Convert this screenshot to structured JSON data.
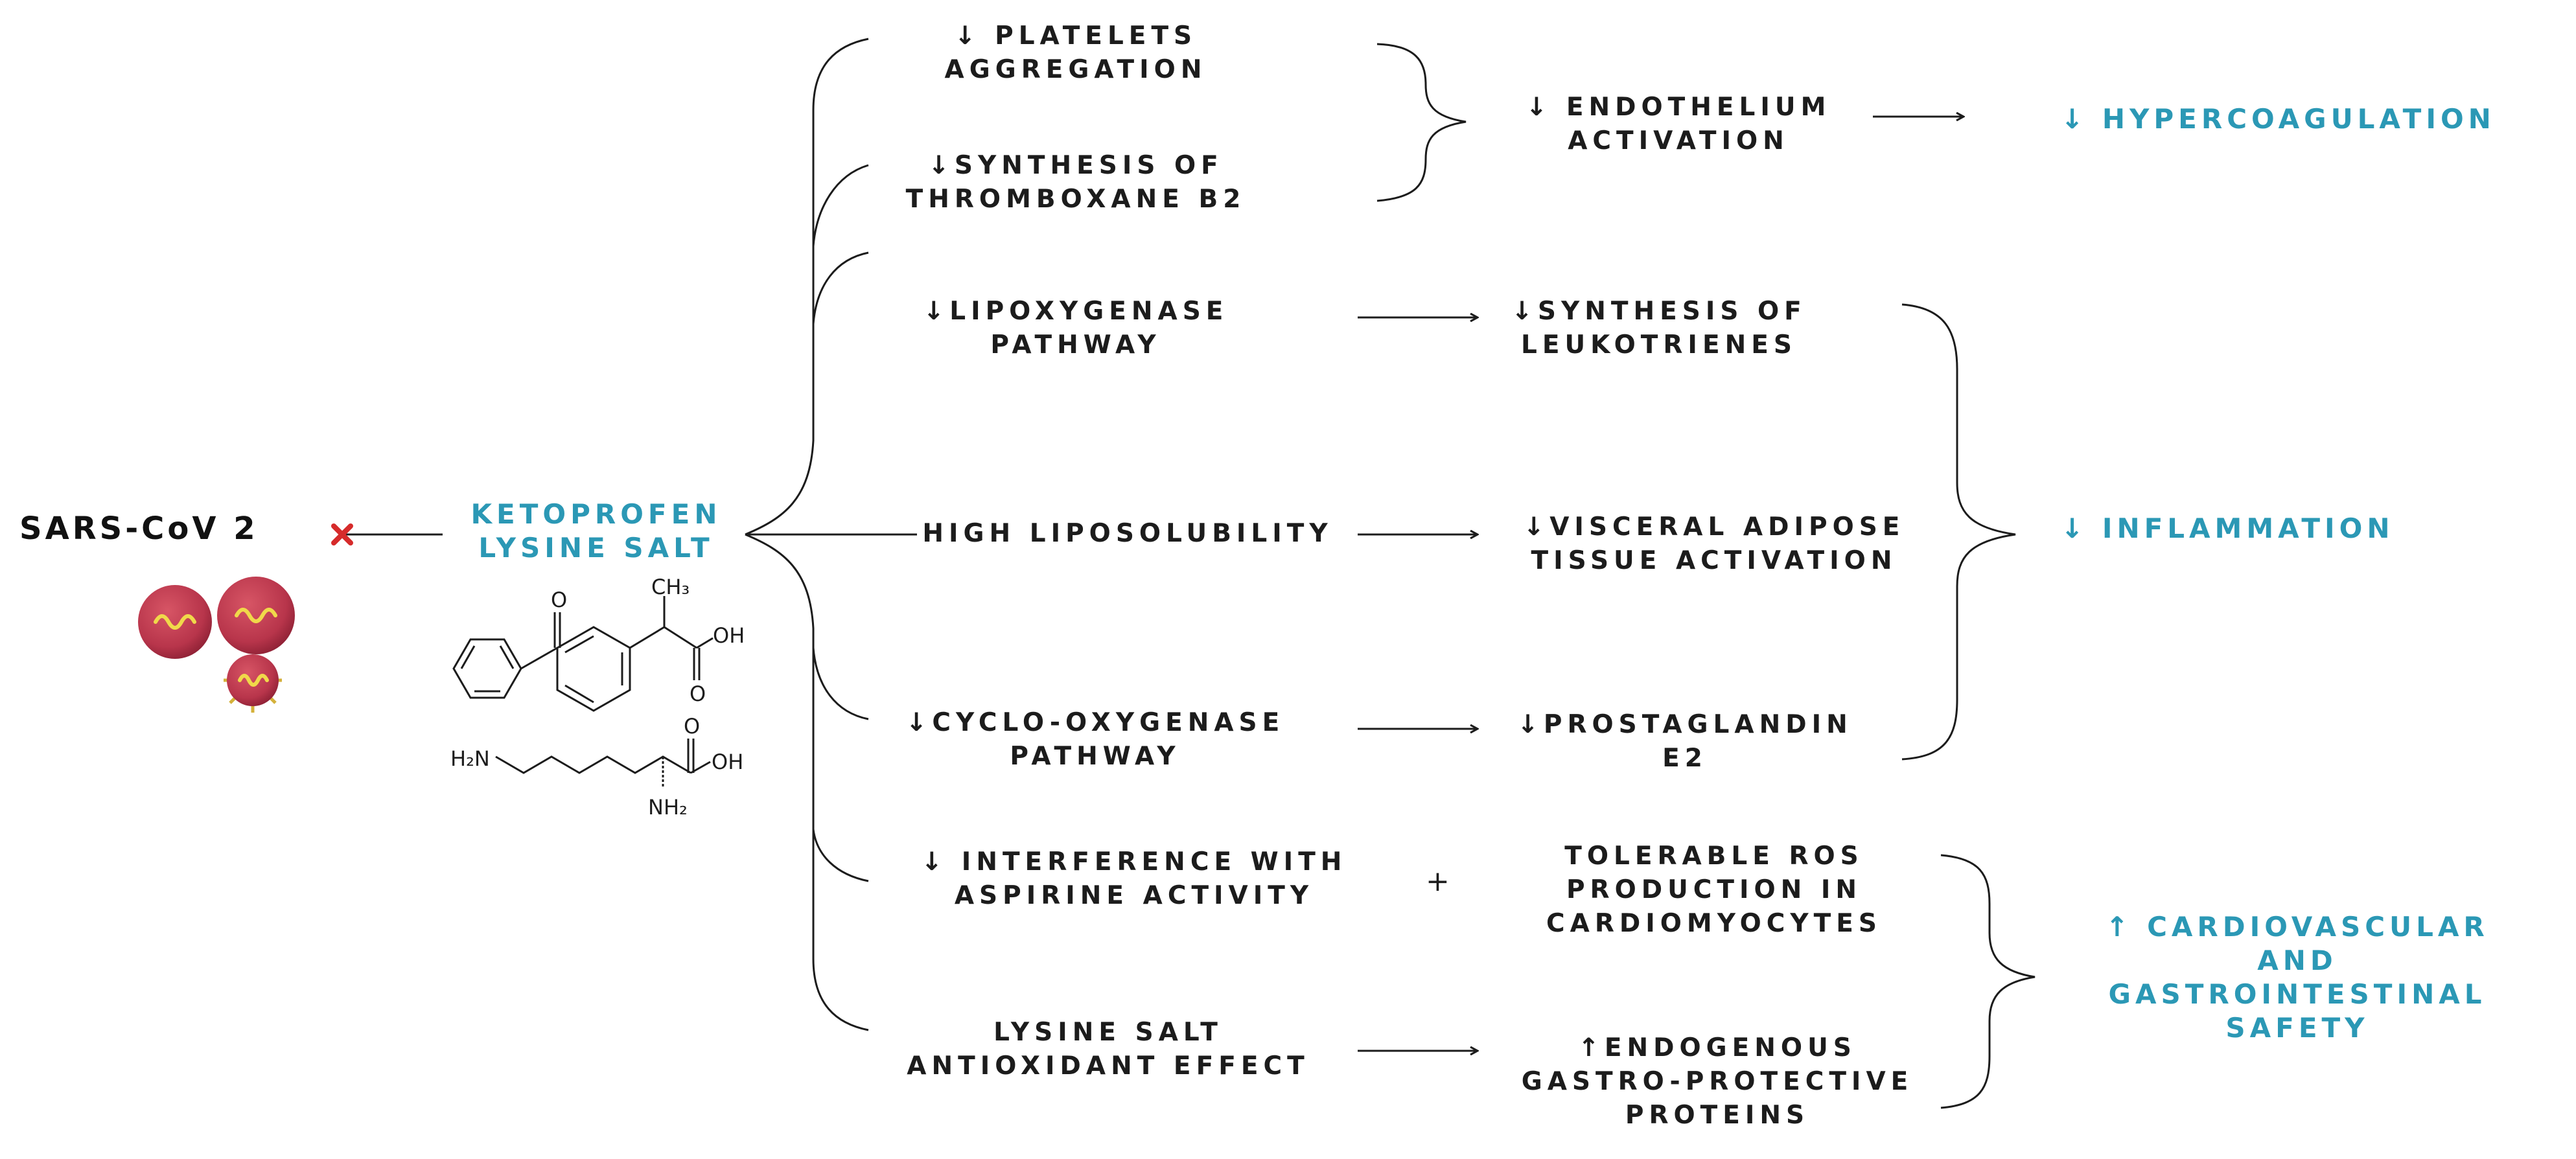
{
  "virus": {
    "label": "SARS-CoV 2"
  },
  "drug": {
    "label": "KETOPROFEN\nLYSINE SALT"
  },
  "chemistry": {
    "ch3": "CH₃",
    "oh": "OH",
    "o": "O",
    "h2n": "H₂N",
    "nh2": "NH₂"
  },
  "mechanisms": [
    "↓ PLATELETS\nAGGREGATION",
    "↓SYNTHESIS OF\nTHROMBOXANE B2",
    "↓LIPOXYGENASE\nPATHWAY",
    "HIGH LIPOSOLUBILITY",
    "↓CYCLO-OXYGENASE\nPATHWAY",
    "↓ INTERFERENCE WITH\nASPIRINE ACTIVITY",
    "LYSINE SALT\nANTIOXIDANT EFFECT"
  ],
  "effects": [
    "↓ ENDOTHELIUM\nACTIVATION",
    "↓SYNTHESIS OF\nLEUKOTRIENES",
    "↓VISCERAL ADIPOSE\nTISSUE ACTIVATION",
    "↓PROSTAGLANDIN\nE2",
    "TOLERABLE ROS\nPRODUCTION IN\nCARDIOMYOCYTES",
    "↑ENDOGENOUS\nGASTRO-PROTECTIVE\nPROTEINS"
  ],
  "plus": "+",
  "outcomes": [
    "↓ HYPERCOAGULATION",
    "↓ INFLAMMATION",
    "↑ CARDIOVASCULAR\nAND\nGASTROINTESTINAL\nSAFETY"
  ],
  "colors": {
    "accent": "#2b98b5",
    "text": "#1c1c1c",
    "virus": "#b8354b",
    "spike": "#d4b13a",
    "inhibit": "#d62b2b"
  }
}
